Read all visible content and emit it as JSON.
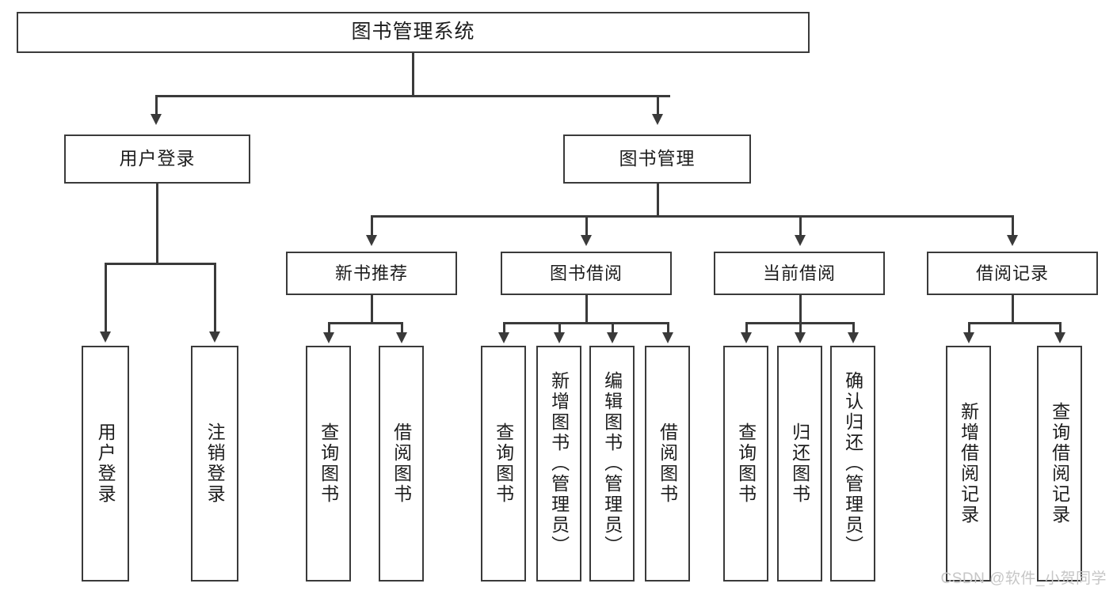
{
  "diagram": {
    "kind": "tree-hierarchy-chart",
    "title": "图书管理系统",
    "watermark": "CSDN @软件_小贺同学",
    "colors": {
      "background": "#ffffff",
      "stroke": "#3a3a3a",
      "text": "#1d1d1d",
      "watermark": "#c6c6c6"
    },
    "nodes": {
      "root": {
        "label": "图书管理系统"
      },
      "level2": [
        {
          "id": "user-login",
          "label": "用户登录"
        },
        {
          "id": "book-manage",
          "label": "图书管理"
        }
      ],
      "level3": [
        {
          "id": "new-book-recommend",
          "label": "新书推荐"
        },
        {
          "id": "book-borrow",
          "label": "图书借阅"
        },
        {
          "id": "current-borrow",
          "label": "当前借阅"
        },
        {
          "id": "borrow-record",
          "label": "借阅记录"
        }
      ],
      "leaves": {
        "user_login": [
          {
            "id": "leaf-user-login",
            "label": "用户登录"
          },
          {
            "id": "leaf-logout-login",
            "label": "注销登录"
          }
        ],
        "new_book_recommend": [
          {
            "id": "leaf-query-book-1",
            "label": "查询图书"
          },
          {
            "id": "leaf-borrow-book-1",
            "label": "借阅图书"
          }
        ],
        "book_borrow": [
          {
            "id": "leaf-query-book-2",
            "label": "查询图书"
          },
          {
            "id": "leaf-add-book-admin",
            "label": "新增图书（管理员）"
          },
          {
            "id": "leaf-edit-book-admin",
            "label": "编辑图书（管理员）"
          },
          {
            "id": "leaf-borrow-book-2",
            "label": "借阅图书"
          }
        ],
        "current_borrow": [
          {
            "id": "leaf-query-book-3",
            "label": "查询图书"
          },
          {
            "id": "leaf-return-book",
            "label": "归还图书"
          },
          {
            "id": "leaf-confirm-return-admin",
            "label": "确认归还（管理员）"
          }
        ],
        "borrow_record": [
          {
            "id": "leaf-add-borrow-record",
            "label": "新增借阅记录"
          },
          {
            "id": "leaf-query-borrow-record",
            "label": "查询借阅记录"
          }
        ]
      }
    }
  }
}
